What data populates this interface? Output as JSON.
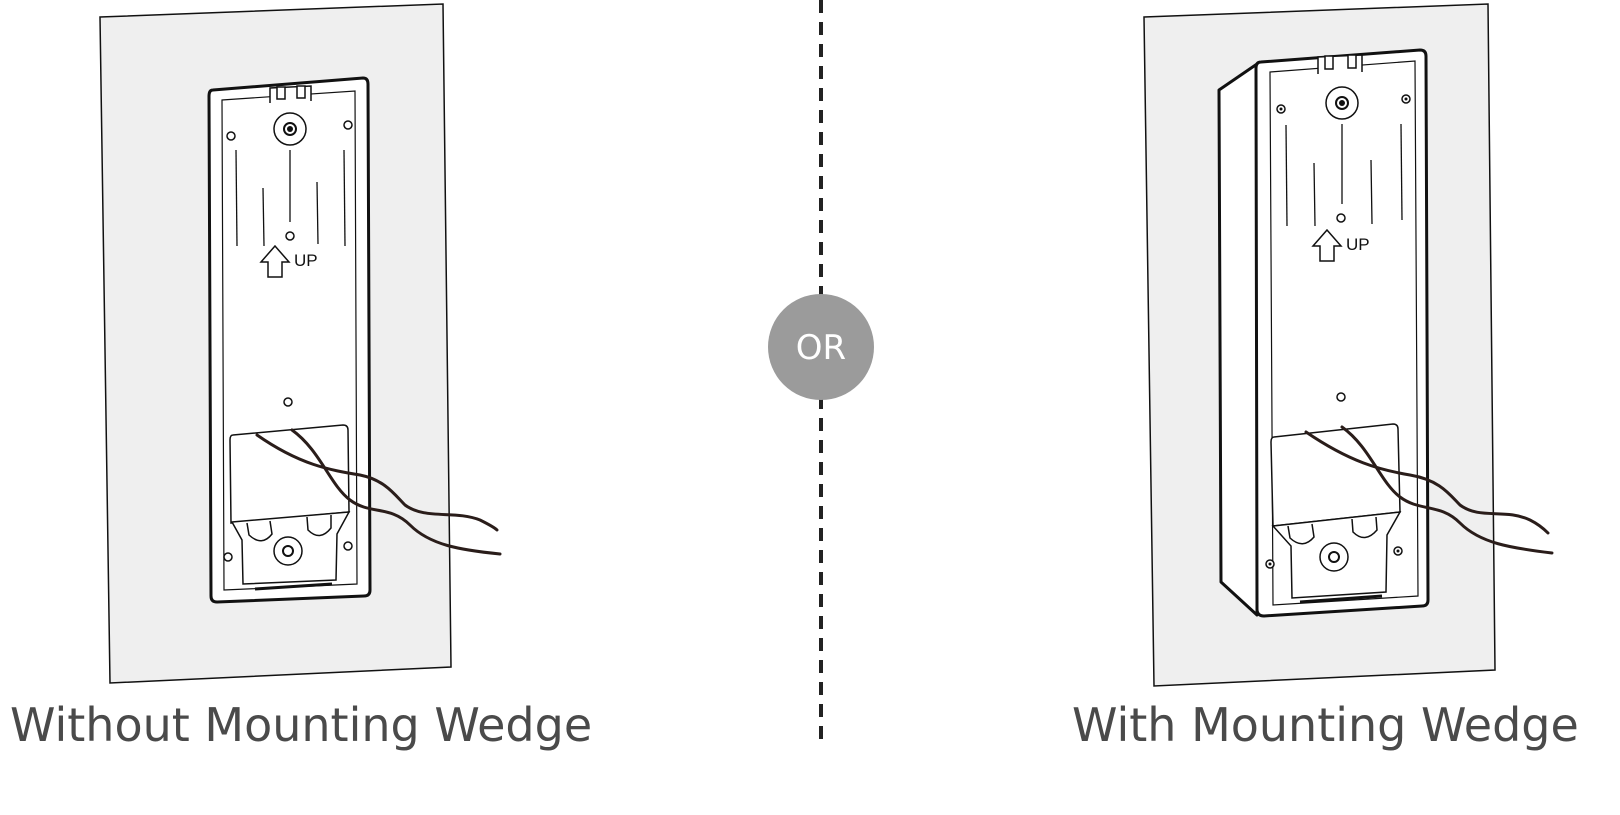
{
  "separator": {
    "label": "OR",
    "badge_color": "#9b9b9b",
    "line_color": "#222222"
  },
  "panels": [
    {
      "caption": "Without Mounting Wedge",
      "plate_marking": "UP",
      "wedge": false
    },
    {
      "caption": "With Mounting Wedge",
      "plate_marking": "UP",
      "wedge": true
    }
  ],
  "colors": {
    "wall": "#efefef",
    "outline": "#111111",
    "caption_text": "#4a4a4a",
    "cable": "#2a1d1a"
  }
}
